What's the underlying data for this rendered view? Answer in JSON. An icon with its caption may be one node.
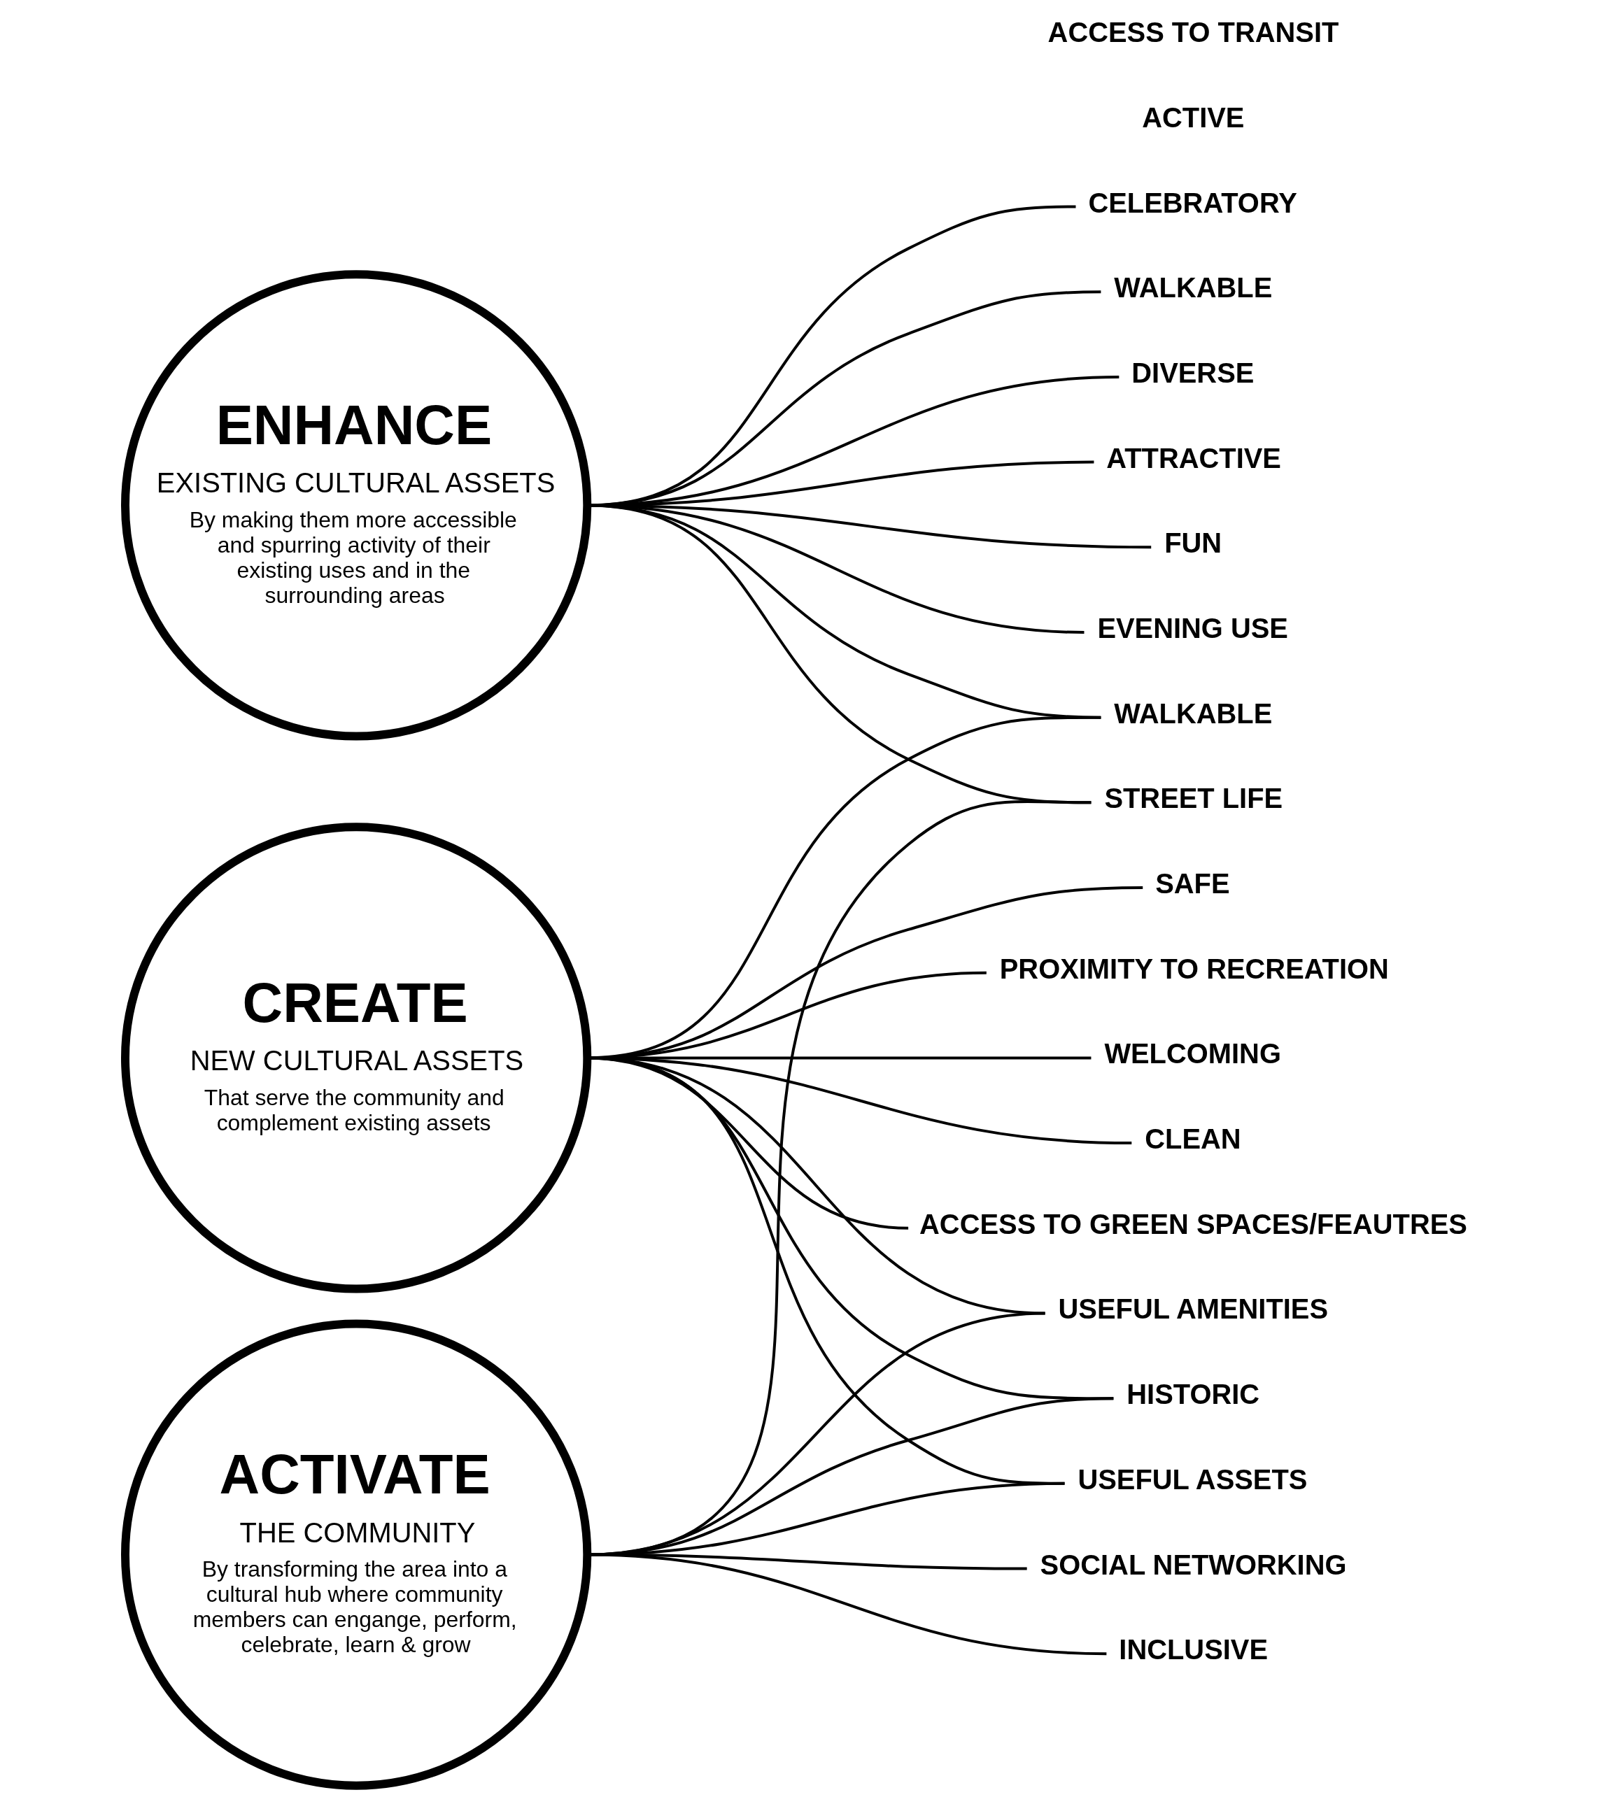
{
  "diagram": {
    "nodes": [
      {
        "text": [
          "ENHANCE",
          "EXISTING CULTURAL ASSETS",
          "By making them more accessible and spurring activity of their existing uses and in the surrounding areas"
        ]
      },
      {
        "text": [
          "CREATE",
          "NEW CULTURAL ASSETS",
          "That serve the community and complement existing assets"
        ]
      },
      {
        "text": [
          "ACTIVATE",
          "THE COMMUNITY",
          "By transforming the area into a cultural hub where community members can engange, perform, celebrate, learn & grow"
        ]
      },
      {
        "text": [
          "USEFUL AMENITIES"
        ]
      },
      {
        "text": [
          "CELEBRATORY"
        ]
      },
      {
        "text": [
          "WALKABLE"
        ]
      },
      {
        "text": [
          "SOCIAL NETWORKING"
        ]
      },
      {
        "text": [
          "ACTIVE"
        ]
      },
      {
        "text": [
          "ACCESS TO TRANSIT"
        ]
      },
      {
        "text": [
          "SAFE"
        ]
      },
      {
        "text": [
          "WALKABLE"
        ]
      },
      {
        "text": [
          "DIVERSE"
        ]
      },
      {
        "text": [
          "PROXIMITY TO RECREATION"
        ]
      },
      {
        "text": [
          "WELCOMING"
        ]
      },
      {
        "text": [
          "CLEAN"
        ]
      },
      {
        "text": [
          "ACCESS TO GREEN SPACES/FEAUTRES"
        ]
      },
      {
        "text": [
          "INCLUSIVE"
        ]
      },
      {
        "text": [
          "ATTRACTIVE"
        ]
      },
      {
        "text": [
          "STREET LIFE"
        ]
      },
      {
        "text": [
          "HISTORIC"
        ]
      },
      {
        "text": [
          "FUN"
        ]
      },
      {
        "text": [
          "EVENING USE"
        ]
      },
      {
        "text": [
          "USEFUL ASSETS"
        ]
      }
    ],
    "edges": [
      {
        "from": 0,
        "to": 4,
        "arrow": "none"
      },
      {
        "from": 0,
        "to": 5,
        "arrow": "none"
      },
      {
        "from": 0,
        "to": 11,
        "arrow": "none"
      },
      {
        "from": 0,
        "to": 18,
        "arrow": "none"
      },
      {
        "from": 0,
        "to": 20,
        "arrow": "none"
      },
      {
        "from": 0,
        "to": 10,
        "arrow": "none"
      },
      {
        "from": 0,
        "to": 17,
        "arrow": "none"
      },
      {
        "from": 0,
        "to": 21,
        "arrow": "none"
      },
      {
        "from": 1,
        "to": 3,
        "arrow": "none"
      },
      {
        "from": 1,
        "to": 10,
        "arrow": "none"
      },
      {
        "from": 1,
        "to": 9,
        "arrow": "none"
      },
      {
        "from": 1,
        "to": 13,
        "arrow": "none"
      },
      {
        "from": 1,
        "to": 15,
        "arrow": "none"
      },
      {
        "from": 1,
        "to": 22,
        "arrow": "none"
      },
      {
        "from": 1,
        "to": 19,
        "arrow": "none"
      },
      {
        "from": 1,
        "to": 12,
        "arrow": "none"
      },
      {
        "from": 1,
        "to": 14,
        "arrow": "none"
      },
      {
        "from": 2,
        "to": 16,
        "arrow": "none"
      },
      {
        "from": 2,
        "to": 6,
        "arrow": "none"
      },
      {
        "from": 2,
        "to": 18,
        "arrow": "none"
      },
      {
        "from": 2,
        "to": 22,
        "arrow": "none"
      },
      {
        "from": 2,
        "to": 19,
        "arrow": "none"
      },
      {
        "from": 2,
        "to": 3,
        "arrow": "none"
      }
    ]
  }
}
